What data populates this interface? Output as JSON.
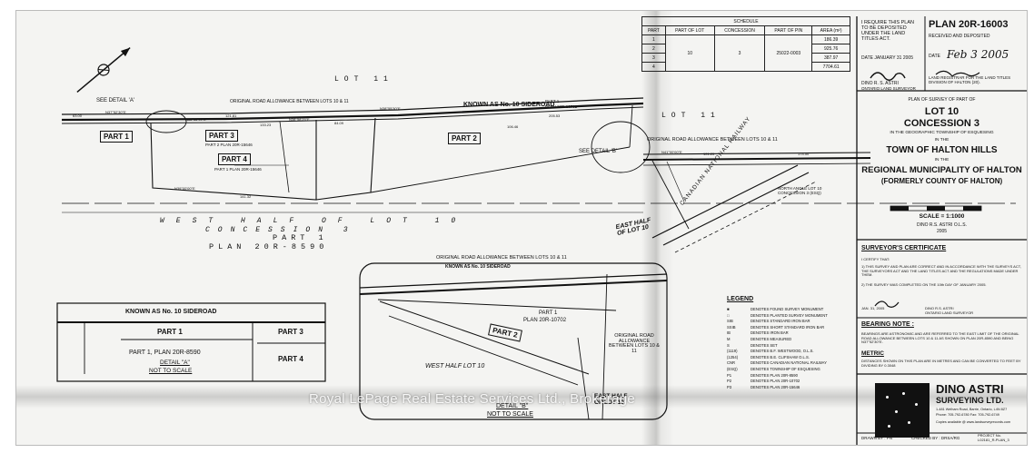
{
  "schedule": {
    "title": "SCHEDULE",
    "headers": [
      "PART",
      "PART OF LOT",
      "CONCESSION",
      "PART OF PIN",
      "AREA (m²)"
    ],
    "parts": [
      "1",
      "2",
      "3",
      "4"
    ],
    "lot": "10",
    "concession": "3",
    "pin": "25022-0003",
    "areas": [
      "186.39",
      "925.76",
      "387.97",
      "7704.61"
    ]
  },
  "title_block": {
    "require_text": "I REQUIRE THIS PLAN TO BE DEPOSITED UNDER THE LAND TITLES ACT.",
    "date": "DATE JANUARY 31 2005",
    "surveyor": "DINO R. S. ASTRI",
    "surveyor_role": "ONTARIO LAND SURVEYOR",
    "plan_number": "PLAN 20R-16003",
    "received": "RECEIVED AND DEPOSITED",
    "date_hw": "Feb 3 2005",
    "date_label": "DATE",
    "registrar": "LAND REGISTRAR FOR THE LAND TITLES DIVISION OF HALTON (20)."
  },
  "plan_title": {
    "line1": "PLAN OF SURVEY OF PART OF",
    "line2": "LOT 10",
    "line3": "CONCESSION 3",
    "line4": "IN THE GEOGRAPHIC TOWNSHIP OF ESQUESING",
    "line5": "IN THE",
    "line6": "TOWN OF HALTON HILLS",
    "line7": "IN THE",
    "line8": "REGIONAL MUNICIPALITY OF HALTON",
    "line9": "(FORMERLY COUNTY OF HALTON)",
    "scale": "SCALE = 1:1000",
    "by": "DINO R.S. ASTRI O.L.S.",
    "year": "2005"
  },
  "certificate": {
    "title": "SURVEYOR'S CERTIFICATE",
    "l1": "I CERTIFY THAT:",
    "l2": "1) THIS SURVEY AND PLAN ARE CORRECT AND IN ACCORDANCE WITH THE SURVEYS ACT, THE SURVEYORS ACT AND THE LAND TITLES ACT AND THE REGULATIONS MADE UNDER THEM.",
    "l3": "2) THE SURVEY WAS COMPLETED ON THE 10th DAY OF JANUARY 2005.",
    "date": "JAN. 31, 2005",
    "name": "DINO R.S. ASTRI",
    "role": "ONTARIO LAND SURVEYOR"
  },
  "bearing": {
    "title": "BEARING NOTE :",
    "text": "BEARINGS ARE ASTRONOMIC AND ARE REFERRED TO THE EAST LIMIT OF THE ORIGINAL ROAD ALLOWANCE BETWEEN LOTS 10 & 11 AS SHOWN ON PLAN 20R-8590 AND BEING N37°52'30\"E."
  },
  "metric": {
    "title": "METRIC",
    "text": "DISTANCES SHOWN ON THIS PLAN ARE IN METRES AND CAN BE CONVERTED TO FEET BY DIVIDING BY 0.3048"
  },
  "company": {
    "name1": "DINO ASTRI",
    "name2": "SURVEYING LTD.",
    "addr": "1-481 Welham Road, Barrie, Ontario, L4N 8Z7",
    "phone": "Phone: 705-792-6780   Fax: 705-792-6749",
    "web": "Copies available @ www.landsurveyrecords.com",
    "drawn": "DRAWN BY : PN",
    "checked": "CHECKED BY : DRSA/RG",
    "project": "PROJECT No.",
    "project_no": "L02181_R-PLAN_3"
  },
  "legend": {
    "title": "LEGEND",
    "items": [
      {
        "sym": "■",
        "text": "DENOTES FOUND SURVEY MONUMENT"
      },
      {
        "sym": "□",
        "text": "DENOTES PLANTED SURVEY MONUMENT"
      },
      {
        "sym": "SIB",
        "text": "DENOTES STANDARD IRON BAR"
      },
      {
        "sym": "SSIB",
        "text": "DENOTES SHORT STANDARD IRON BAR"
      },
      {
        "sym": "IB",
        "text": "DENOTES IRON BAR"
      },
      {
        "sym": "M",
        "text": "DENOTES MEASURED"
      },
      {
        "sym": "S",
        "text": "DENOTES SET"
      },
      {
        "sym": "(1119)",
        "text": "DENOTES B.F. WESTWOOD, O.L.S."
      },
      {
        "sym": "(1254)",
        "text": "DENOTES B.E. CLIFSHAW O.L.S."
      },
      {
        "sym": "CNR",
        "text": "DENOTES CANADIAN NATIONAL RAILWAY"
      },
      {
        "sym": "(ESQ)",
        "text": "DENOTES TOWNSHIP OF ESQUESING"
      },
      {
        "sym": "P1",
        "text": "DENOTES PLAN 20R-8590"
      },
      {
        "sym": "P2",
        "text": "DENOTES PLAN 20R-10702"
      },
      {
        "sym": "P3",
        "text": "DENOTES PLAN 20R-15646"
      }
    ]
  },
  "map": {
    "lot11": "LOT 11",
    "lot11b": "LOT 11",
    "detail_a": "SEE DETAIL 'A'",
    "road_allow": "ORIGINAL ROAD ALLOWANCE BETWEEN LOTS 10 & 11",
    "sideroad": "KNOWN AS No. 10 SIDEROAD",
    "part1": "PART 1",
    "part2": "PART 2",
    "part3": "PART 3",
    "part4": "PART 4",
    "part3_sub": "PART 2 PLAN 20R-15646",
    "part4_sub": "PART 1 PLAN 20R-15646",
    "part1_plan": "PART 1",
    "part1_plan2": "PLAN 20R-10702",
    "see_detail_b": "SEE DETAIL 'B'",
    "road_allow2": "ORIGINAL ROAD ALLOWANCE BETWEEN LOTS 10 & 11",
    "west_half": "WEST HALF OF LOT 10",
    "concession": "CONCESSION 3",
    "part1_big": "PART 1",
    "plan_big": "PLAN 20R-8590",
    "east_half": "EAST HALF OF LOT 10",
    "cnr": "CANADIAN NATIONAL RAILWAY",
    "north_angle": "NORTH ANGLE LOT 10 CONCESSION 3 (ESQ)",
    "bearings": [
      "N37°52'30\"E",
      "N38°55'30\"E",
      "N38°56'40\"E",
      "N38°58'25\"E",
      "N39°00'00\"E",
      "N41°00'00\"E"
    ],
    "dists": [
      "63.00",
      "121.81",
      "133.23",
      "84.09",
      "141.32",
      "205.53",
      "101.20",
      "174.50",
      "106.46"
    ]
  },
  "detail_a": {
    "sideroad": "KNOWN AS No. 10 SIDEROAD",
    "part1": "PART 1",
    "part3": "PART 3",
    "part4": "PART 4",
    "plan": "PART 1, PLAN 20R-8590",
    "title": "DETAIL \"A\"",
    "nts": "NOT TO SCALE"
  },
  "detail_b": {
    "road1": "ORIGINAL ROAD ALLOWANCE BETWEEN LOTS 10 & 11",
    "road2": "KNOWN AS No. 10 SIDEROAD",
    "part1": "PART 1",
    "plan": "PLAN 20R-10702",
    "part2": "PART 2",
    "west_half": "WEST HALF LOT 10",
    "orig_road": "ORIGINAL ROAD ALLOWANCE BETWEEN LOTS 10 & 11",
    "east_half": "EAST HALF OF LOT 10",
    "title": "DETAIL \"B\"",
    "nts": "NOT TO SCALE"
  },
  "watermark": "Royal LePage Real Estate Services Ltd., Brokerage"
}
